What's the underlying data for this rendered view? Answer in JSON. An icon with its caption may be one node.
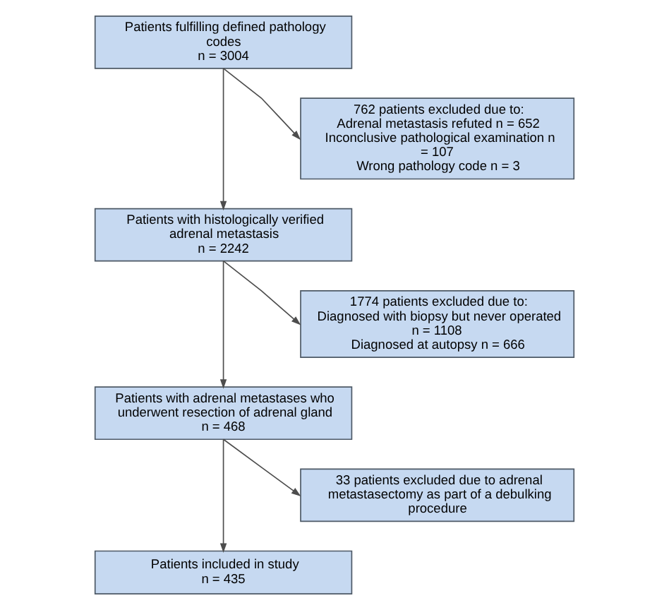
{
  "diagram": {
    "nodes": [
      {
        "text": [
          "Patients fulfilling defined pathology codes",
          "n = 3004"
        ]
      },
      {
        "text": [
          "762 patients excluded due to:",
          "Adrenal metastasis refuted n = 652",
          "Inconclusive pathological examination n = 107",
          "Wrong pathology code n = 3"
        ]
      },
      {
        "text": [
          "Patients with histologically verified adrenal metastasis",
          "n = 2242"
        ]
      },
      {
        "text": [
          "1774 patients excluded due to:",
          "Diagnosed with biopsy but never operated n = 1108",
          "Diagnosed at autopsy n = 666"
        ]
      },
      {
        "text": [
          "Patients with adrenal metastases who underwent resection of adrenal gland",
          "n = 468"
        ]
      },
      {
        "text": [
          "33 patients excluded due to adrenal metastasectomy as part of a debulking procedure"
        ]
      },
      {
        "text": [
          "Patients included in study",
          "n = 435"
        ]
      }
    ],
    "edges": [
      {
        "from": 0,
        "to": 2,
        "arrow": "to"
      },
      {
        "from": 0,
        "to": 1,
        "arrow": "to"
      },
      {
        "from": 2,
        "to": 4,
        "arrow": "to"
      },
      {
        "from": 2,
        "to": 3,
        "arrow": "to"
      },
      {
        "from": 4,
        "to": 6,
        "arrow": "to"
      },
      {
        "from": 4,
        "to": 5,
        "arrow": "to"
      }
    ]
  }
}
